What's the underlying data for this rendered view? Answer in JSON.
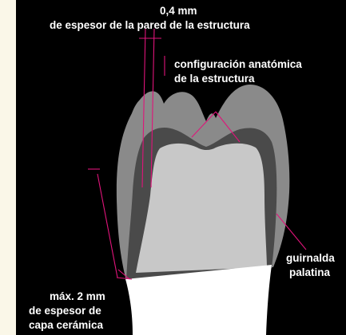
{
  "annotations": {
    "wall_thickness_value": "0,4 mm",
    "wall_thickness_text": "de espesor de la pared de la estructura",
    "anatomic_line1": "configuración anatómica",
    "anatomic_line2": "de la estructura",
    "garland_line1": "guirnalda",
    "garland_line2": "palatina",
    "ceramic_line1": "máx. 2 mm",
    "ceramic_line2": "de espesor de",
    "ceramic_line3": "capa cerámica"
  },
  "colors": {
    "page_background": "#faf7e8",
    "panel_background": "#000000",
    "ceramic_layer": "#8a8a8a",
    "framework": "#4a4a4a",
    "abutment": "#c8c8c8",
    "tooth_root": "#ffffff",
    "dimension_lines": "#e0147a",
    "text": "#ffffff"
  }
}
